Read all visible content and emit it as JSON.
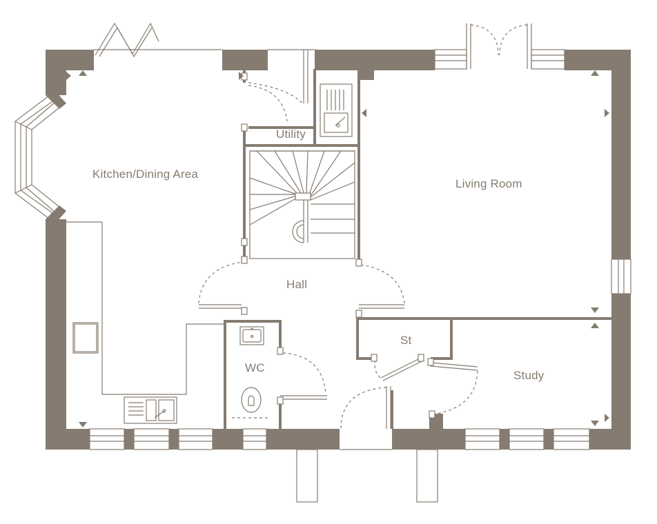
{
  "rooms": {
    "kitchen": "Kitchen/Dining Area",
    "utility": "Utility",
    "living": "Living Room",
    "hall": "Hall",
    "wc": "WC",
    "store": "St",
    "study": "Study"
  },
  "colors": {
    "wall": "#857b70",
    "background": "#ffffff"
  },
  "icons": [
    "hob-icon",
    "sink-icon",
    "toilet-icon",
    "basin-icon",
    "staircase-icon",
    "bifold-door-icon",
    "french-door-icon"
  ]
}
